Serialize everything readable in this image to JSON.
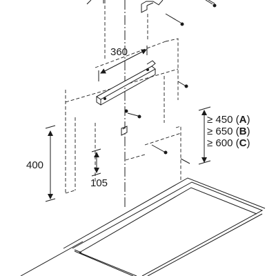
{
  "dimensions": {
    "width_label": "360",
    "height_label": "400",
    "bracket_offset_label": "105"
  },
  "clearances": [
    {
      "prefix": "≥ 450 (",
      "letter": "A",
      "suffix": ")"
    },
    {
      "prefix": "≥ 650 (",
      "letter": "B",
      "suffix": ")"
    },
    {
      "prefix": "≥ 600 (",
      "letter": "C",
      "suffix": ")"
    }
  ]
}
